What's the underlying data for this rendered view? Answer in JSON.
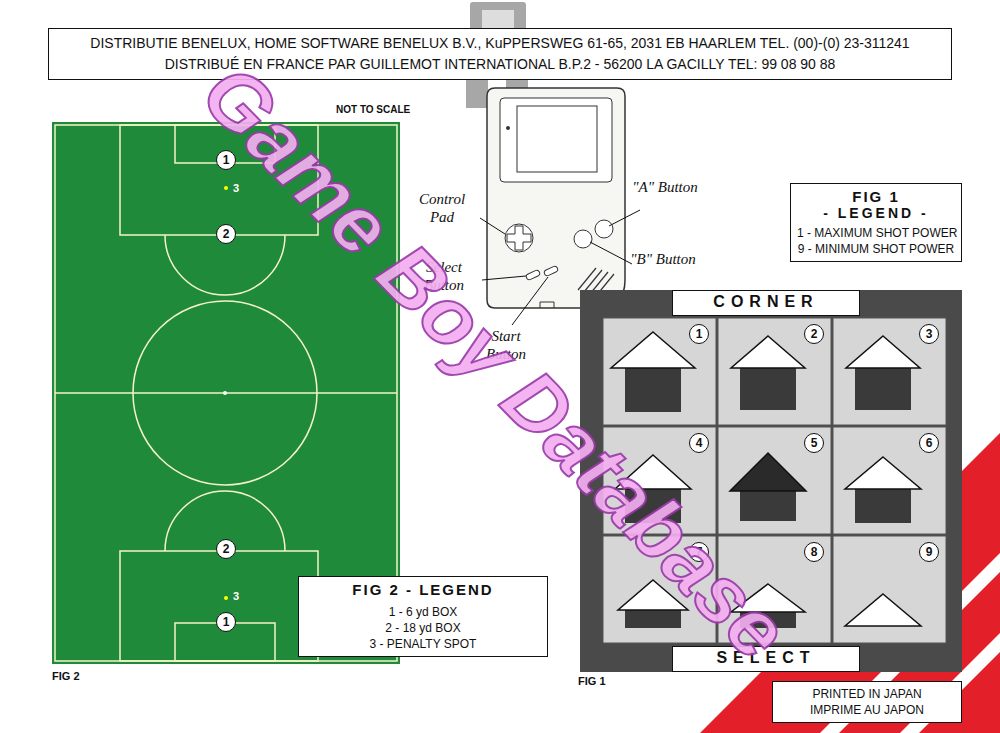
{
  "diagram": {
    "nodes": [
      {
        "text": [
          "DISTRIBUTIE BENELUX, HOME SOFTWARE BENELUX B.V., KuPPERSWEG 61-65, 2031 EB HAARLEM TEL. (00)-(0) 23-311241",
          "DISTRIBUÉ EN FRANCE PAR GUILLEMOT INTERNATIONAL B.P.2 - 56200 LA GACILLY TEL: 99 08 90 88"
        ]
      },
      {
        "text": [
          "1"
        ]
      },
      {
        "text": [
          "2"
        ]
      },
      {
        "text": [
          "FIG 1",
          "- LEGEND -",
          "1 - MAXIMUM SHOT POWER",
          "9 - MINIMUM SHOT POWER"
        ]
      },
      {
        "text": [
          "CORNER"
        ]
      },
      {
        "text": [
          "1"
        ]
      },
      {
        "text": [
          "2"
        ]
      },
      {
        "text": [
          "3"
        ]
      },
      {
        "text": [
          "4"
        ]
      },
      {
        "text": [
          "5"
        ]
      },
      {
        "text": [
          "6"
        ]
      },
      {
        "text": [
          "7"
        ]
      },
      {
        "text": [
          "8"
        ]
      },
      {
        "text": [
          "9"
        ]
      },
      {
        "text": [
          "2"
        ]
      },
      {
        "text": [
          "1"
        ]
      },
      {
        "text": [
          "FIG 2 - LEGEND",
          "1 - 6 yd BOX",
          "2 - 18 yd BOX",
          "3 - PENALTY SPOT"
        ]
      },
      {
        "text": [
          "SELECT"
        ]
      },
      {
        "text": [
          "PRINTED IN JAPAN",
          "IMPRIME AU JAPON"
        ]
      }
    ],
    "labels": [
      "NOT TO SCALE",
      "Game Boy Database",
      "Control Pad",
      "3",
      "\"A\" Button",
      "Select Button",
      "\"B\" Button",
      "Start Button",
      "3",
      "FIG 2",
      "FIG 1"
    ]
  }
}
